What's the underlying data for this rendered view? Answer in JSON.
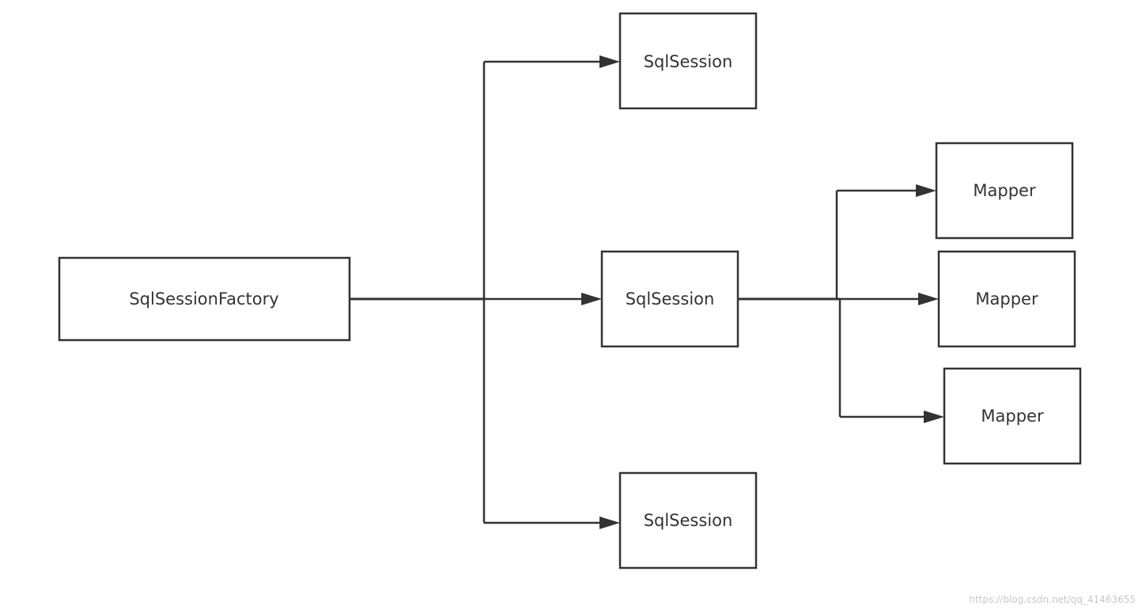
{
  "diagram": {
    "nodes": {
      "factory": {
        "label": "SqlSessionFactory"
      },
      "session_top": {
        "label": "SqlSession"
      },
      "session_middle": {
        "label": "SqlSession"
      },
      "session_bottom": {
        "label": "SqlSession"
      },
      "mapper_top": {
        "label": "Mapper"
      },
      "mapper_middle": {
        "label": "Mapper"
      },
      "mapper_bottom": {
        "label": "Mapper"
      }
    },
    "edges": [
      {
        "from": "SqlSessionFactory",
        "to": "SqlSession (top)"
      },
      {
        "from": "SqlSessionFactory",
        "to": "SqlSession (middle)"
      },
      {
        "from": "SqlSessionFactory",
        "to": "SqlSession (bottom)"
      },
      {
        "from": "SqlSession (middle)",
        "to": "Mapper (top)"
      },
      {
        "from": "SqlSession (middle)",
        "to": "Mapper (middle)"
      },
      {
        "from": "SqlSession (middle)",
        "to": "Mapper (bottom)"
      }
    ],
    "colors": {
      "stroke": "#333333",
      "background": "#ffffff",
      "watermark": "#c8c8c8"
    }
  },
  "watermark": {
    "text": "https://blog.csdn.net/qq_41463655"
  }
}
